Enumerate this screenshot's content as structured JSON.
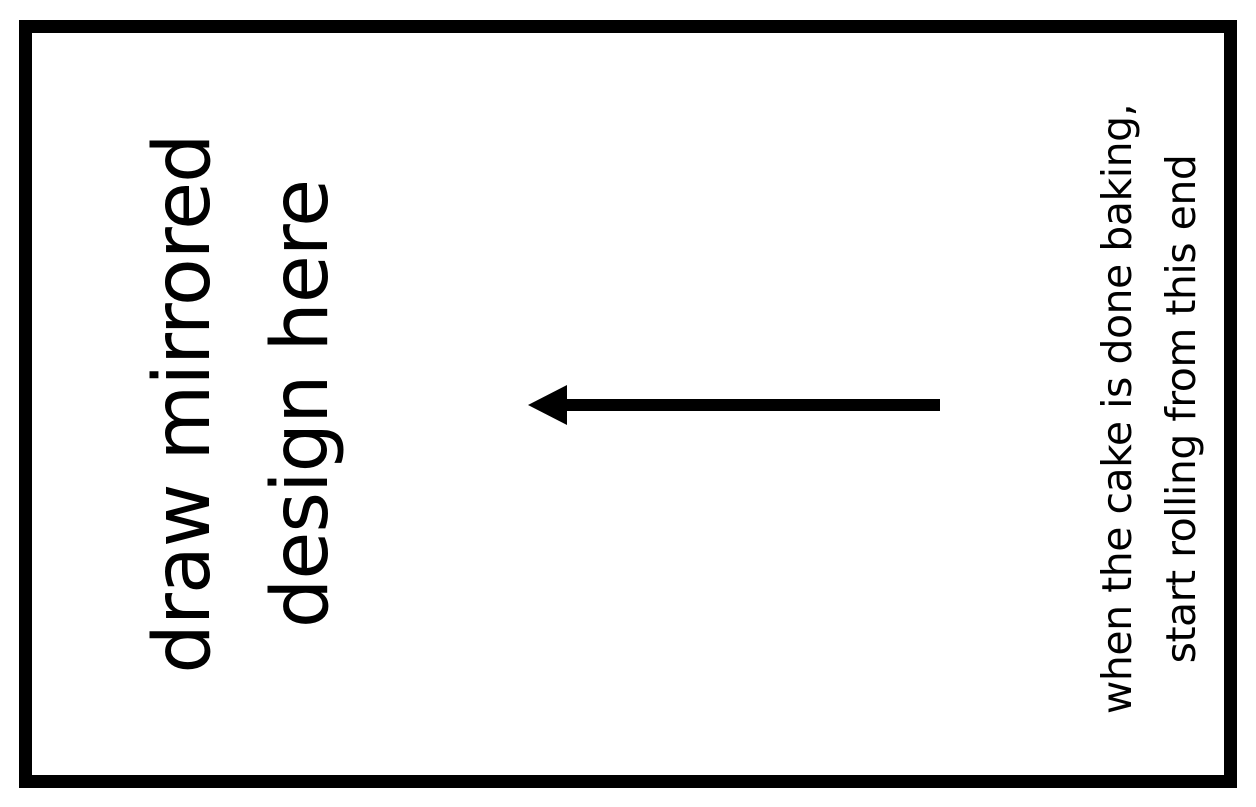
{
  "template": {
    "main_label": {
      "line1": "draw mirrored",
      "line2": "design here"
    },
    "instruction": {
      "line1": "when the cake is done baking,",
      "line2": "start rolling from this end"
    },
    "arrow_icon": "left-arrow-icon",
    "colors": {
      "ink": "#000000",
      "paper": "#ffffff"
    }
  }
}
